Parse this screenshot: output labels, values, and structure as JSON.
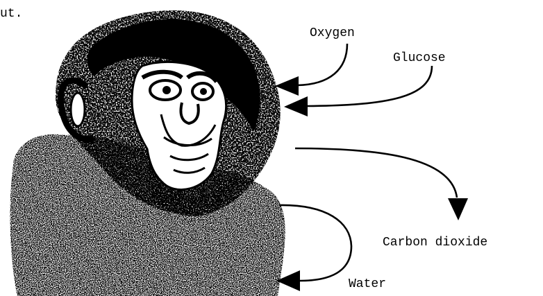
{
  "fragment_text": "ut.",
  "labels": {
    "oxygen": "Oxygen",
    "glucose": "Glucose",
    "carbon_dioxide": "Carbon dioxide",
    "water": "Water"
  },
  "colors": {
    "ink": "#000000",
    "background": "#ffffff"
  }
}
